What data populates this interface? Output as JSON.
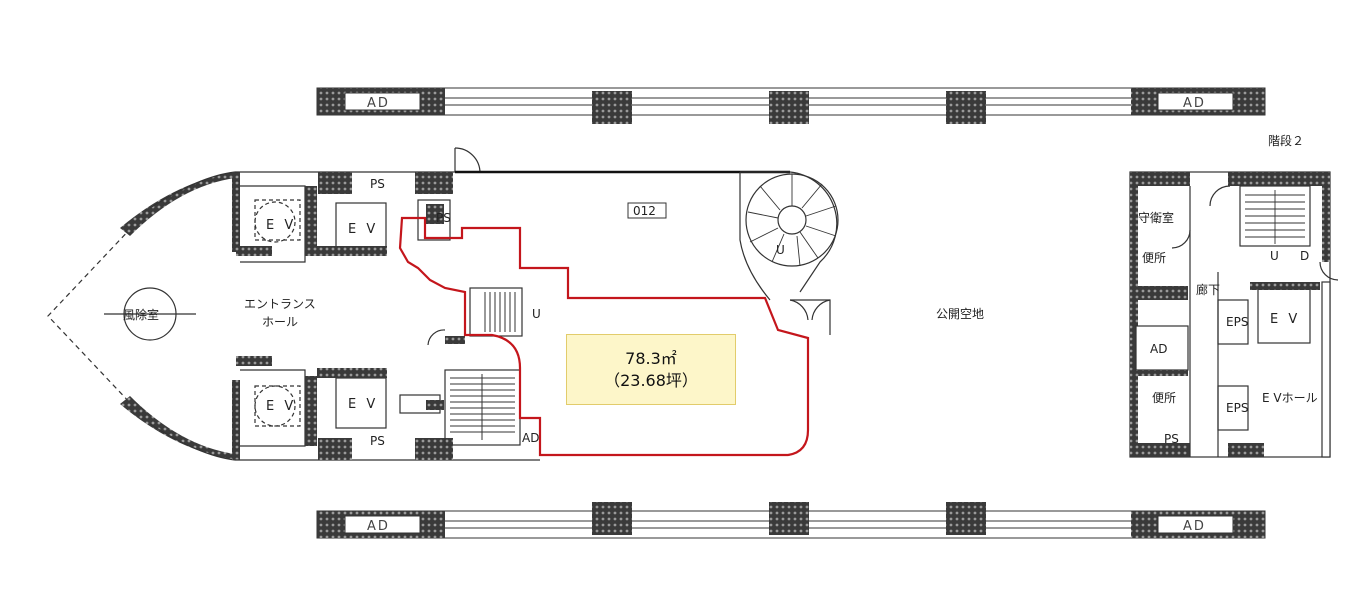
{
  "plan": {
    "unit_number": "012",
    "area_m2": "78.3㎡",
    "area_tsubo": "（23.68坪）",
    "entrance_hall": [
      "エントランス",
      "ホール"
    ],
    "windbreak_room": "風除室",
    "public_open_space": "公開空地",
    "stair_label": "階段２",
    "ad_label": "AD",
    "ev_label": "E V",
    "ps_label": "PS",
    "eps_label": "EPS",
    "up_label": "U",
    "down_label": "D",
    "stair2": {
      "guard_room": "守衛室",
      "toilet_top": "便所",
      "corridor": "廊下",
      "ad": "AD",
      "toilet_bottom": "便所",
      "ps": "PS",
      "eps_top": "EPS",
      "eps_bottom": "EPS",
      "ev_hall": "E Vホール",
      "ev": "E V"
    }
  },
  "colors": {
    "highlight": "#c4161c",
    "wall": "#2b2b2b",
    "area_fill": "#fdf6c9"
  }
}
